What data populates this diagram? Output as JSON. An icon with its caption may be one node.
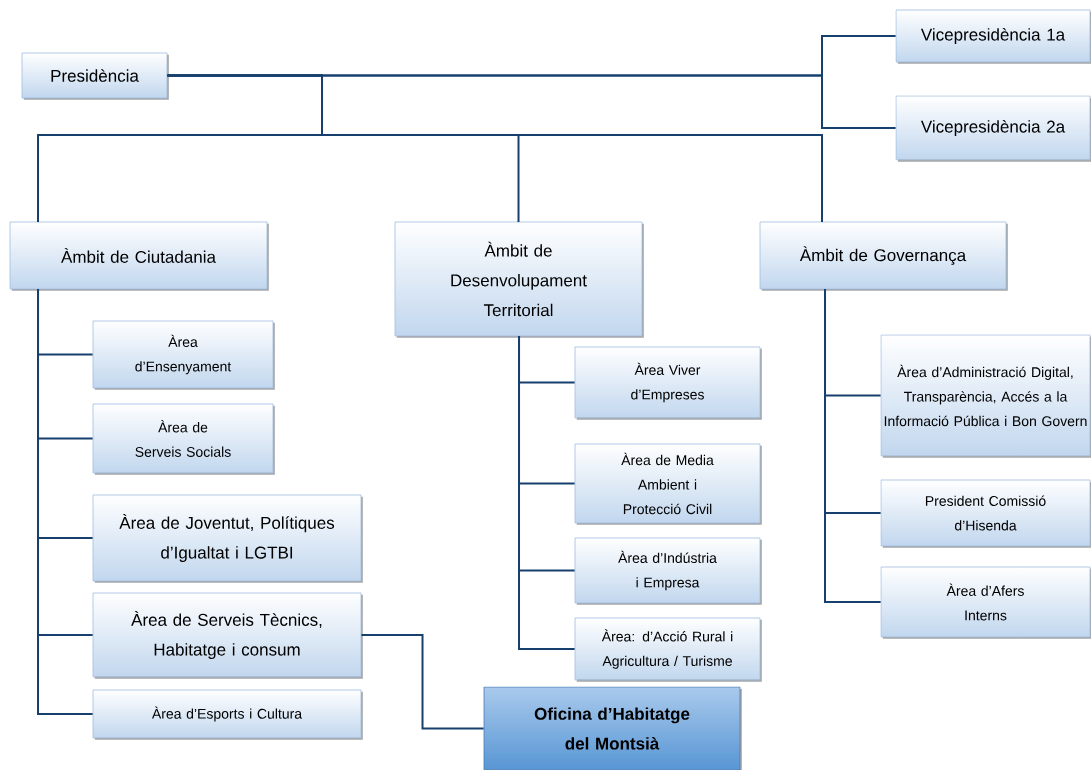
{
  "diagram": {
    "nodes": [
      {
        "text": [
          "Presidència"
        ]
      },
      {
        "text": [
          "Vicepresidència 1a"
        ]
      },
      {
        "text": [
          "Vicepresidència 2a"
        ]
      },
      {
        "text": [
          "Àmbit de Ciutadania"
        ]
      },
      {
        "text": [
          "Àmbit de Desenvolupament Territorial"
        ]
      },
      {
        "text": [
          "Àmbit de Governança"
        ]
      },
      {
        "text": [
          "Àrea d’Ensenyament"
        ]
      },
      {
        "text": [
          "Àrea de Serveis Socials"
        ]
      },
      {
        "text": [
          "Àrea de Joventut, Polítiques d’Igualtat i LGTBI"
        ]
      },
      {
        "text": [
          "Àrea de Serveis Tècnics, Habitatge i consum"
        ]
      },
      {
        "text": [
          "Àrea d’Esports i Cultura"
        ]
      },
      {
        "text": [
          "Àrea Viver d’Empreses"
        ]
      },
      {
        "text": [
          "Àrea de Media Ambient i Protecció Civil"
        ]
      },
      {
        "text": [
          "Àrea d’Indústria i Empresa"
        ]
      },
      {
        "text": [
          "Àrea: d’Acció Rural i Agricultura / Turisme"
        ]
      },
      {
        "text": [
          "Oficina d’Habitatge del Montsià"
        ]
      },
      {
        "text": [
          "Àrea d’Administració Digital, Transparència, Accés a la Informació Pública i Bon Govern"
        ]
      },
      {
        "text": [
          "President Comissió d’Hisenda"
        ]
      },
      {
        "text": [
          "Àrea d’Afers Interns"
        ]
      }
    ],
    "edges": [
      {
        "from": 0,
        "to": 1,
        "arrow": "none"
      },
      {
        "from": 0,
        "to": 2,
        "arrow": "none"
      },
      {
        "from": 0,
        "to": 3,
        "arrow": "none"
      },
      {
        "from": 0,
        "to": 4,
        "arrow": "none"
      },
      {
        "from": 0,
        "to": 5,
        "arrow": "none"
      },
      {
        "from": 3,
        "to": 6,
        "arrow": "none"
      },
      {
        "from": 3,
        "to": 7,
        "arrow": "none"
      },
      {
        "from": 3,
        "to": 8,
        "arrow": "none"
      },
      {
        "from": 3,
        "to": 9,
        "arrow": "none"
      },
      {
        "from": 3,
        "to": 10,
        "arrow": "none"
      },
      {
        "from": 4,
        "to": 11,
        "arrow": "none"
      },
      {
        "from": 4,
        "to": 12,
        "arrow": "none"
      },
      {
        "from": 4,
        "to": 13,
        "arrow": "none"
      },
      {
        "from": 4,
        "to": 14,
        "arrow": "none"
      },
      {
        "from": 5,
        "to": 16,
        "arrow": "none"
      },
      {
        "from": 5,
        "to": 17,
        "arrow": "none"
      },
      {
        "from": 5,
        "to": 18,
        "arrow": "none"
      },
      {
        "from": 9,
        "to": 15,
        "arrow": "none"
      }
    ]
  }
}
